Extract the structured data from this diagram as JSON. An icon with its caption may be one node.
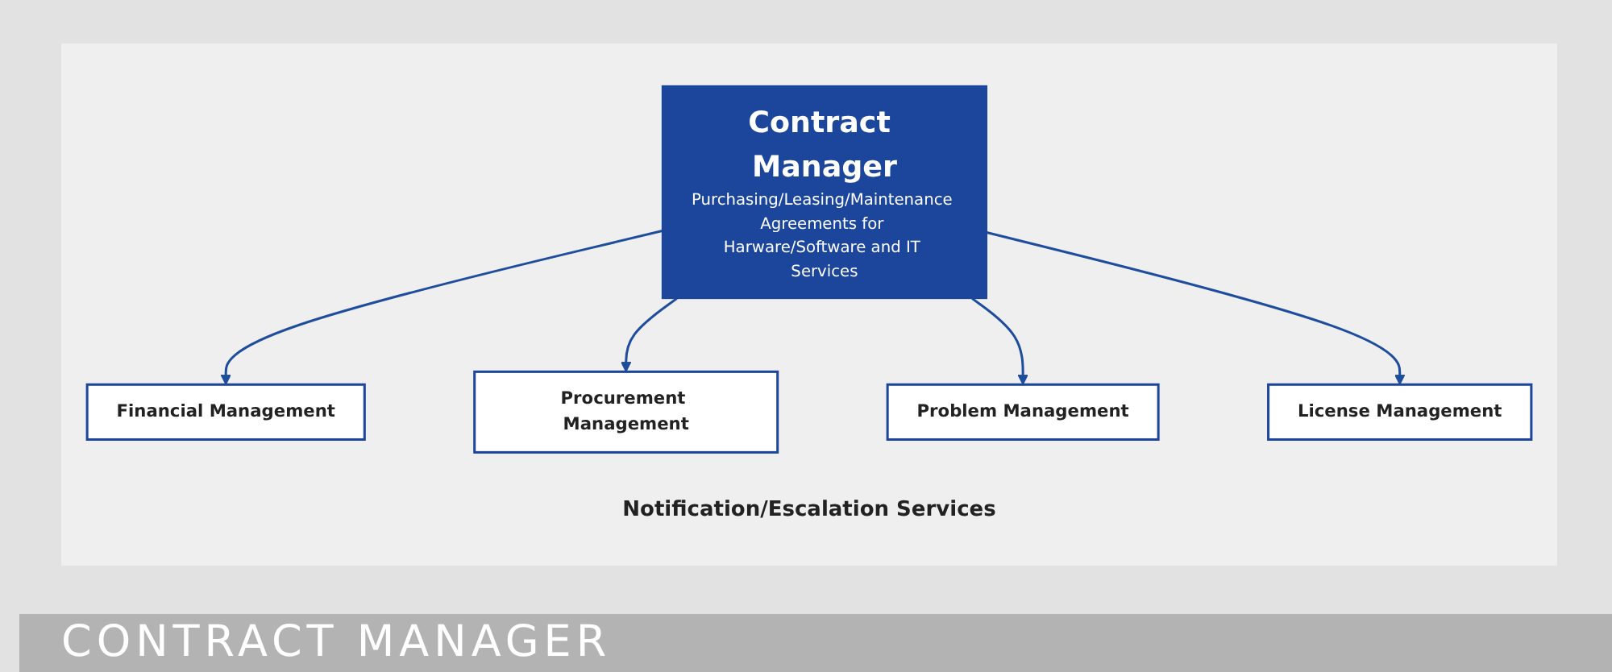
{
  "diagram": {
    "caption": "CONTRACT MANAGER",
    "nodes": [
      {
        "text": [
          "Contract Manager",
          "Purchasing/Leasing/Maintenance Agreements for Harware/Software and IT Services"
        ]
      },
      {
        "text": [
          "Financial Management"
        ]
      },
      {
        "text": [
          "Procurement Management"
        ]
      },
      {
        "text": [
          "Problem Management"
        ]
      },
      {
        "text": [
          "License Management"
        ]
      }
    ],
    "edges": [
      {
        "from": 0,
        "to": 1,
        "arrow": "to"
      },
      {
        "from": 0,
        "to": 2,
        "arrow": "to"
      },
      {
        "from": 0,
        "to": 3,
        "arrow": "to"
      },
      {
        "from": 0,
        "to": 4,
        "arrow": "to"
      }
    ],
    "labels": [
      "Notification/Escalation Services"
    ]
  }
}
